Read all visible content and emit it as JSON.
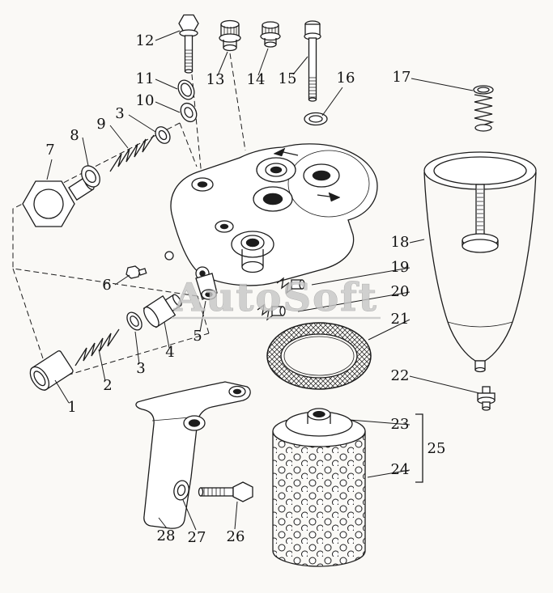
{
  "diagram": {
    "watermark": "AutoSoft",
    "callouts": {
      "c1": "1",
      "c2": "2",
      "c3a": "3",
      "c3b": "3",
      "c4": "4",
      "c5": "5",
      "c6": "6",
      "c7": "7",
      "c8": "8",
      "c9": "9",
      "c10": "10",
      "c11": "11",
      "c12": "12",
      "c13": "13",
      "c14": "14",
      "c15": "15",
      "c16": "16",
      "c17": "17",
      "c18": "18",
      "c19": "19",
      "c20": "20",
      "c21": "21",
      "c22": "22",
      "c23": "23",
      "c24": "24",
      "c25": "25",
      "c26": "26",
      "c27": "27",
      "c28": "28"
    },
    "colors": {
      "ink": "#1c1c1c",
      "background": "#faf9f6",
      "watermark": "#c6c6c6"
    }
  }
}
